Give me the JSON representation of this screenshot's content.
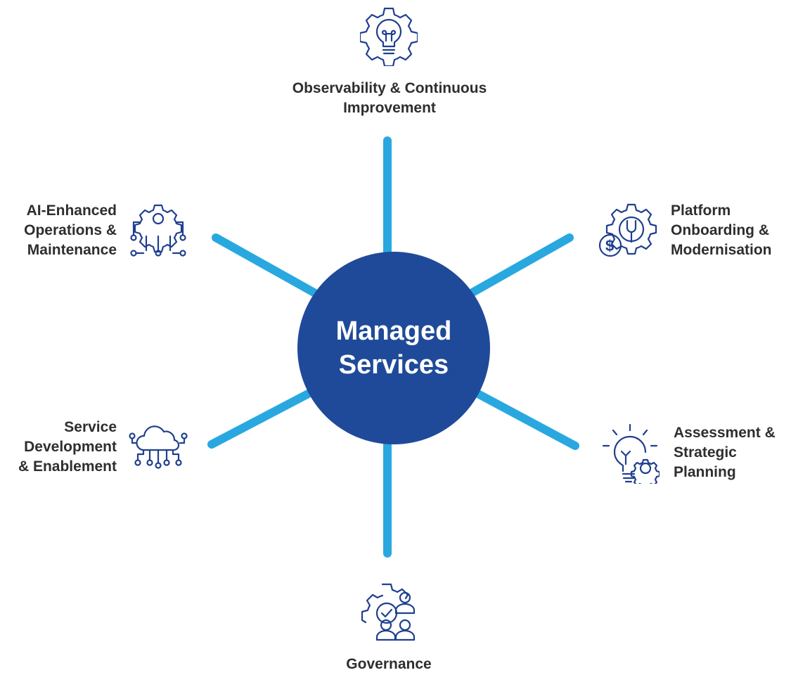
{
  "hub": {
    "label": "Managed\nServices",
    "color": "#1f4a99"
  },
  "spoke_color": "#29a8e0",
  "icon_color": "#1f3f8f",
  "nodes": [
    {
      "id": "observability",
      "label": "Observability & Continuous\nImprovement",
      "icon": "gear-lightbulb-icon"
    },
    {
      "id": "platform",
      "label": "Platform\nOnboarding &\nModernisation",
      "icon": "gear-wrench-dollar-icon"
    },
    {
      "id": "assessment",
      "label": "Assessment &\nStrategic\nPlanning",
      "icon": "lightbulb-gear-icon"
    },
    {
      "id": "governance",
      "label": "Governance",
      "icon": "gear-people-icon"
    },
    {
      "id": "service",
      "label": "Service\nDevelopment\n& Enablement",
      "icon": "cloud-network-icon"
    },
    {
      "id": "ai",
      "label": "AI-Enhanced\nOperations &\nMaintenance",
      "icon": "gear-circuit-icon"
    }
  ]
}
